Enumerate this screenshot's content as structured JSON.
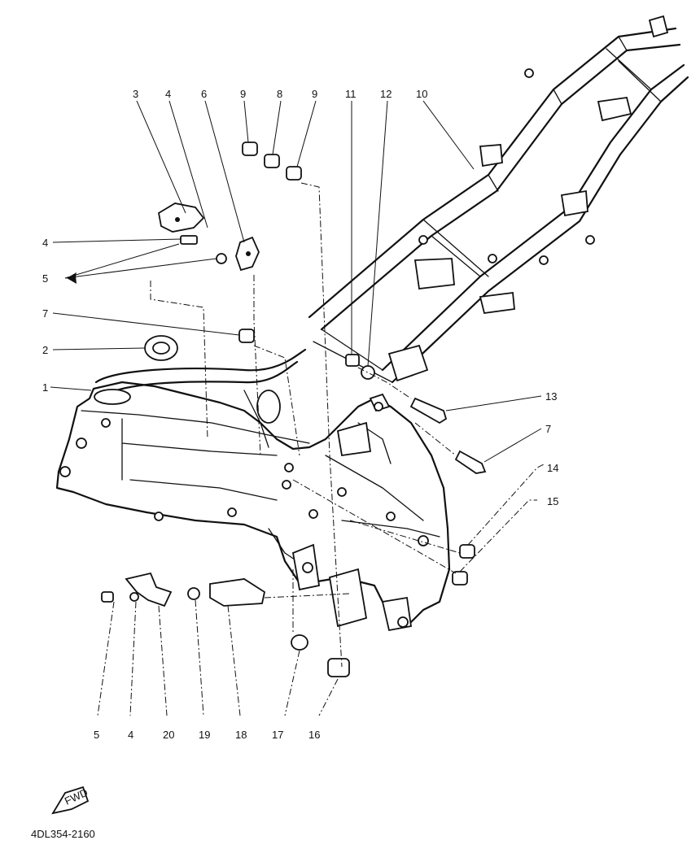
{
  "diagram": {
    "callouts": [
      {
        "id": "c3",
        "text": "3"
      },
      {
        "id": "c4a",
        "text": "4"
      },
      {
        "id": "c6",
        "text": "6"
      },
      {
        "id": "c9a",
        "text": "9"
      },
      {
        "id": "c8",
        "text": "8"
      },
      {
        "id": "c9b",
        "text": "9"
      },
      {
        "id": "c11",
        "text": "11"
      },
      {
        "id": "c12",
        "text": "12"
      },
      {
        "id": "c10",
        "text": "10"
      },
      {
        "id": "c4b",
        "text": "4"
      },
      {
        "id": "c5a",
        "text": "5"
      },
      {
        "id": "c7a",
        "text": "7"
      },
      {
        "id": "c2",
        "text": "2"
      },
      {
        "id": "c1",
        "text": "1"
      },
      {
        "id": "c13",
        "text": "13"
      },
      {
        "id": "c7b",
        "text": "7"
      },
      {
        "id": "c14",
        "text": "14"
      },
      {
        "id": "c15",
        "text": "15"
      },
      {
        "id": "c5b",
        "text": "5"
      },
      {
        "id": "c4c",
        "text": "4"
      },
      {
        "id": "c20",
        "text": "20"
      },
      {
        "id": "c19",
        "text": "19"
      },
      {
        "id": "c18",
        "text": "18"
      },
      {
        "id": "c17",
        "text": "17"
      },
      {
        "id": "c16",
        "text": "16"
      }
    ],
    "front_arrow_label": "FWD",
    "reference_code": "4DL354-2160"
  }
}
